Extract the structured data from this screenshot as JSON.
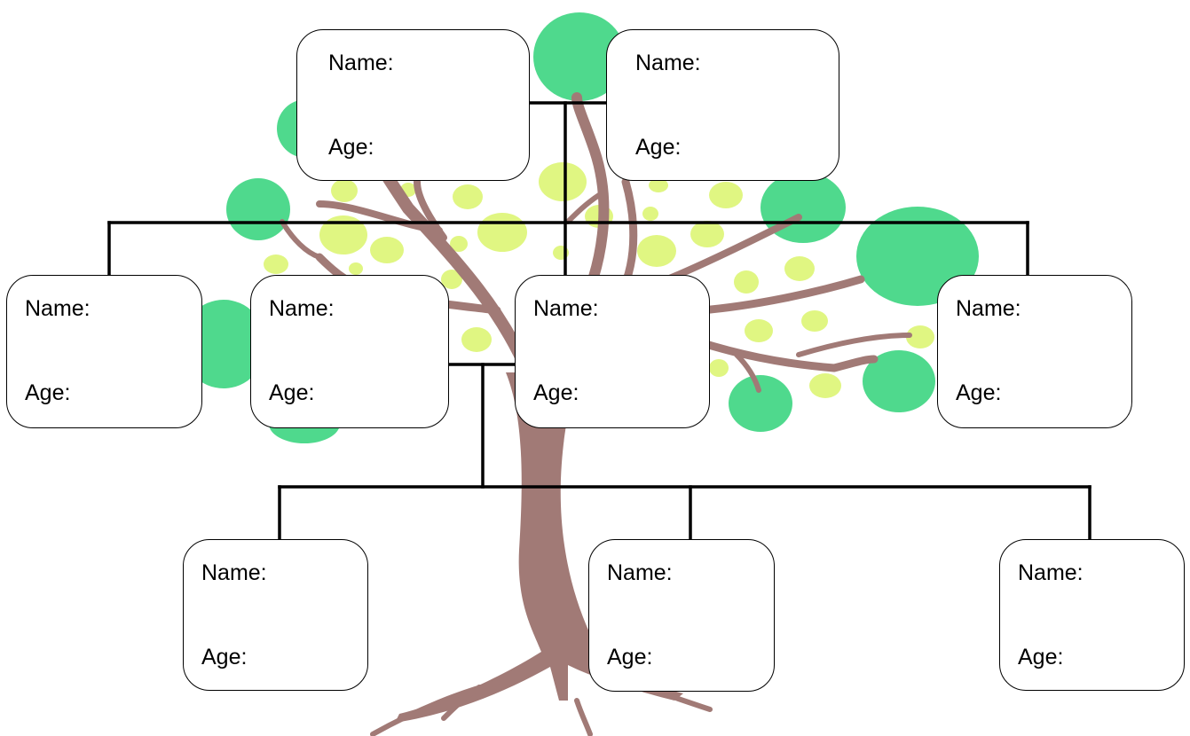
{
  "colors": {
    "trunk": "#a17a76",
    "leaf_dark": "#4fd98d",
    "leaf_light": "#e0f682",
    "connector": "#000000",
    "card_border": "#000000",
    "card_fill": "#ffffff"
  },
  "cards": [
    {
      "name_label": "Name:",
      "age_label": "Age:"
    },
    {
      "name_label": "Name:",
      "age_label": "Age:"
    },
    {
      "name_label": "Name:",
      "age_label": "Age:"
    },
    {
      "name_label": "Name:",
      "age_label": "Age:"
    },
    {
      "name_label": "Name:",
      "age_label": "Age:"
    },
    {
      "name_label": "Name:",
      "age_label": "Age:"
    },
    {
      "name_label": "Name:",
      "age_label": "Age:"
    },
    {
      "name_label": "Name:",
      "age_label": "Age:"
    },
    {
      "name_label": "Name:",
      "age_label": "Age:"
    }
  ]
}
